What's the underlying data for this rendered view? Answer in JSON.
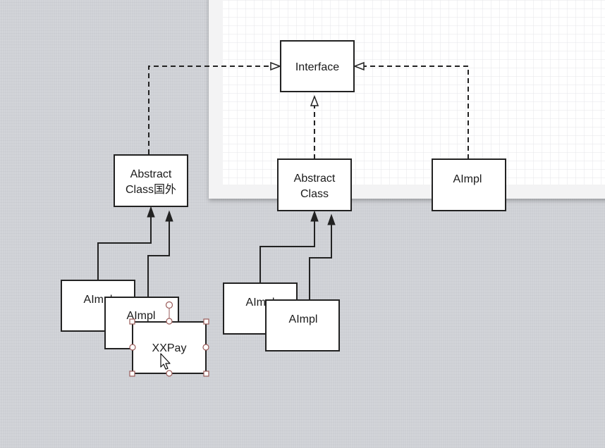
{
  "colors": {
    "background": "#cfd1d6",
    "page": "#ffffff",
    "grid_line": "#e6e7ea",
    "node_fill": "#ffffff",
    "node_stroke": "#222222",
    "edge": "#222222",
    "selection": "#9a5a58"
  },
  "nodes": {
    "interface": {
      "label": "Interface"
    },
    "abstract_class_foreign": {
      "lines": [
        "Abstract",
        "Class国外"
      ]
    },
    "abstract_class": {
      "lines": [
        "Abstract",
        "Class"
      ]
    },
    "aimpl_right": {
      "label": "AImpl"
    },
    "aimpl_left_1": {
      "label": "AImpl"
    },
    "aimpl_left_2": {
      "label": "AImpl"
    },
    "xxpay": {
      "label": "XXPay",
      "selected": true
    },
    "aimpl_mid_1": {
      "label": "AImpl"
    },
    "aimpl_mid_2": {
      "label": "AImpl"
    }
  },
  "edges": [
    {
      "from": "abstract_class_foreign",
      "to": "interface",
      "style": "dashed",
      "arrow": "hollow-triangle"
    },
    {
      "from": "abstract_class",
      "to": "interface",
      "style": "dashed",
      "arrow": "hollow-triangle"
    },
    {
      "from": "aimpl_right",
      "to": "interface",
      "style": "dashed",
      "arrow": "hollow-triangle"
    },
    {
      "from": "aimpl_left_1",
      "to": "abstract_class_foreign",
      "style": "solid",
      "arrow": "filled-triangle"
    },
    {
      "from": "aimpl_left_2",
      "to": "abstract_class_foreign",
      "style": "solid",
      "arrow": "filled-triangle"
    },
    {
      "from": "aimpl_mid_1",
      "to": "abstract_class",
      "style": "solid",
      "arrow": "filled-triangle"
    },
    {
      "from": "aimpl_mid_2",
      "to": "abstract_class",
      "style": "solid",
      "arrow": "filled-triangle"
    }
  ],
  "cursor_icon": "mouse-pointer-arrow"
}
